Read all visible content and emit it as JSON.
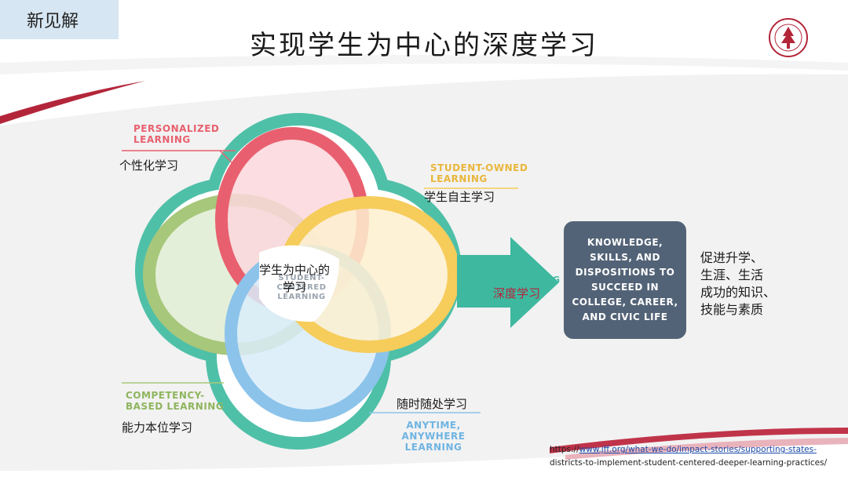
{
  "slide": {
    "corner_tag": "新见解",
    "title": "实现学生为中心的深度学习"
  },
  "diagram": {
    "center_zh": "学生为中心的学习",
    "center_en": "STUDENT-CENTERED LEARNING",
    "loops": [
      {
        "id": "personalized",
        "en": "PERSONALIZED\nLEARNING",
        "zh": "个性化学习",
        "color": "#e8606f",
        "fill": "#fbd7dc"
      },
      {
        "id": "student-owned",
        "en": "STUDENT-OWNED\nLEARNING",
        "zh": "学生自主学习",
        "color": "#f6cc5b",
        "fill": "#fdf0cf"
      },
      {
        "id": "anytime",
        "en": "ANYTIME, ANYWHERE\nLEARNING",
        "zh": "随时随处学习",
        "color": "#8cc3ea",
        "fill": "#d9ecf9"
      },
      {
        "id": "competency",
        "en": "COMPETENCY-\nBASED LEARNING",
        "zh": "能力本位学习",
        "color": "#a7c77a",
        "fill": "#e4efd9"
      }
    ],
    "outer_color": "#4fc0a8",
    "arrow_label_en": "DEEPER LEARNING",
    "arrow_label_zh": "深度学习",
    "arrow_color": "#3fb8a0",
    "outcome_en": "KNOWLEDGE,\nSKILLS, AND\nDISPOSITIONS TO\nSUCCEED IN\nCOLLEGE, CAREER,\nAND CIVIC LIFE",
    "outcome_zh": "促进升学、\n生涯、生活\n成功的知识、\n技能与素质"
  },
  "source": {
    "prefix": "https://",
    "link": "www.jff.org/what-we-do/impact-stories/supporting-states-",
    "line2": "districts-to-implement-student-centered-deeper-learning-practices/"
  },
  "colors": {
    "accent_red": "#b3263a",
    "outcome_box": "#536377",
    "corner_tag_bg": "#d6e6f2"
  }
}
